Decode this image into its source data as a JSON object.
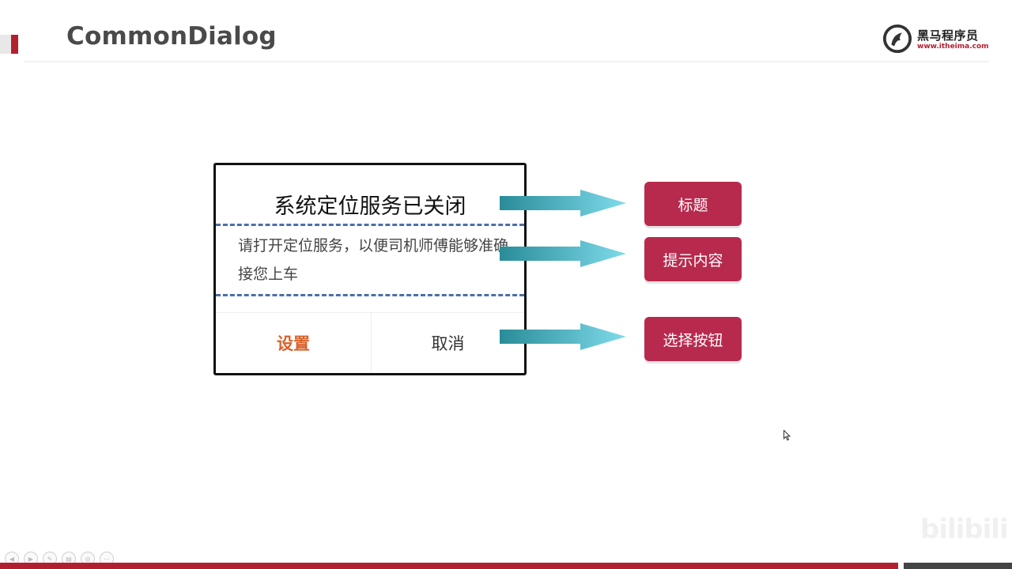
{
  "header": {
    "title": "CommonDialog",
    "logo_name": "黑马程序员",
    "logo_url": "www.itheima.com"
  },
  "dialog": {
    "title": "系统定位服务已关闭",
    "body": "请打开定位服务，以便司机师傅能够准确接您上车",
    "confirm_label": "设置",
    "cancel_label": "取消"
  },
  "labels": {
    "title_label": "标题",
    "content_label": "提示内容",
    "buttons_label": "选择按钮"
  },
  "watermark": "bilibili",
  "colors": {
    "accent": "#b22030",
    "label_bg": "#b72a4e",
    "confirm_text": "#d9612a",
    "dash": "#4c6faa",
    "arrow_start": "#2a8c99",
    "arrow_end": "#7fdbea"
  },
  "icons": {
    "logo": "horse-logo-icon",
    "cursor": "mouse-cursor-icon"
  }
}
